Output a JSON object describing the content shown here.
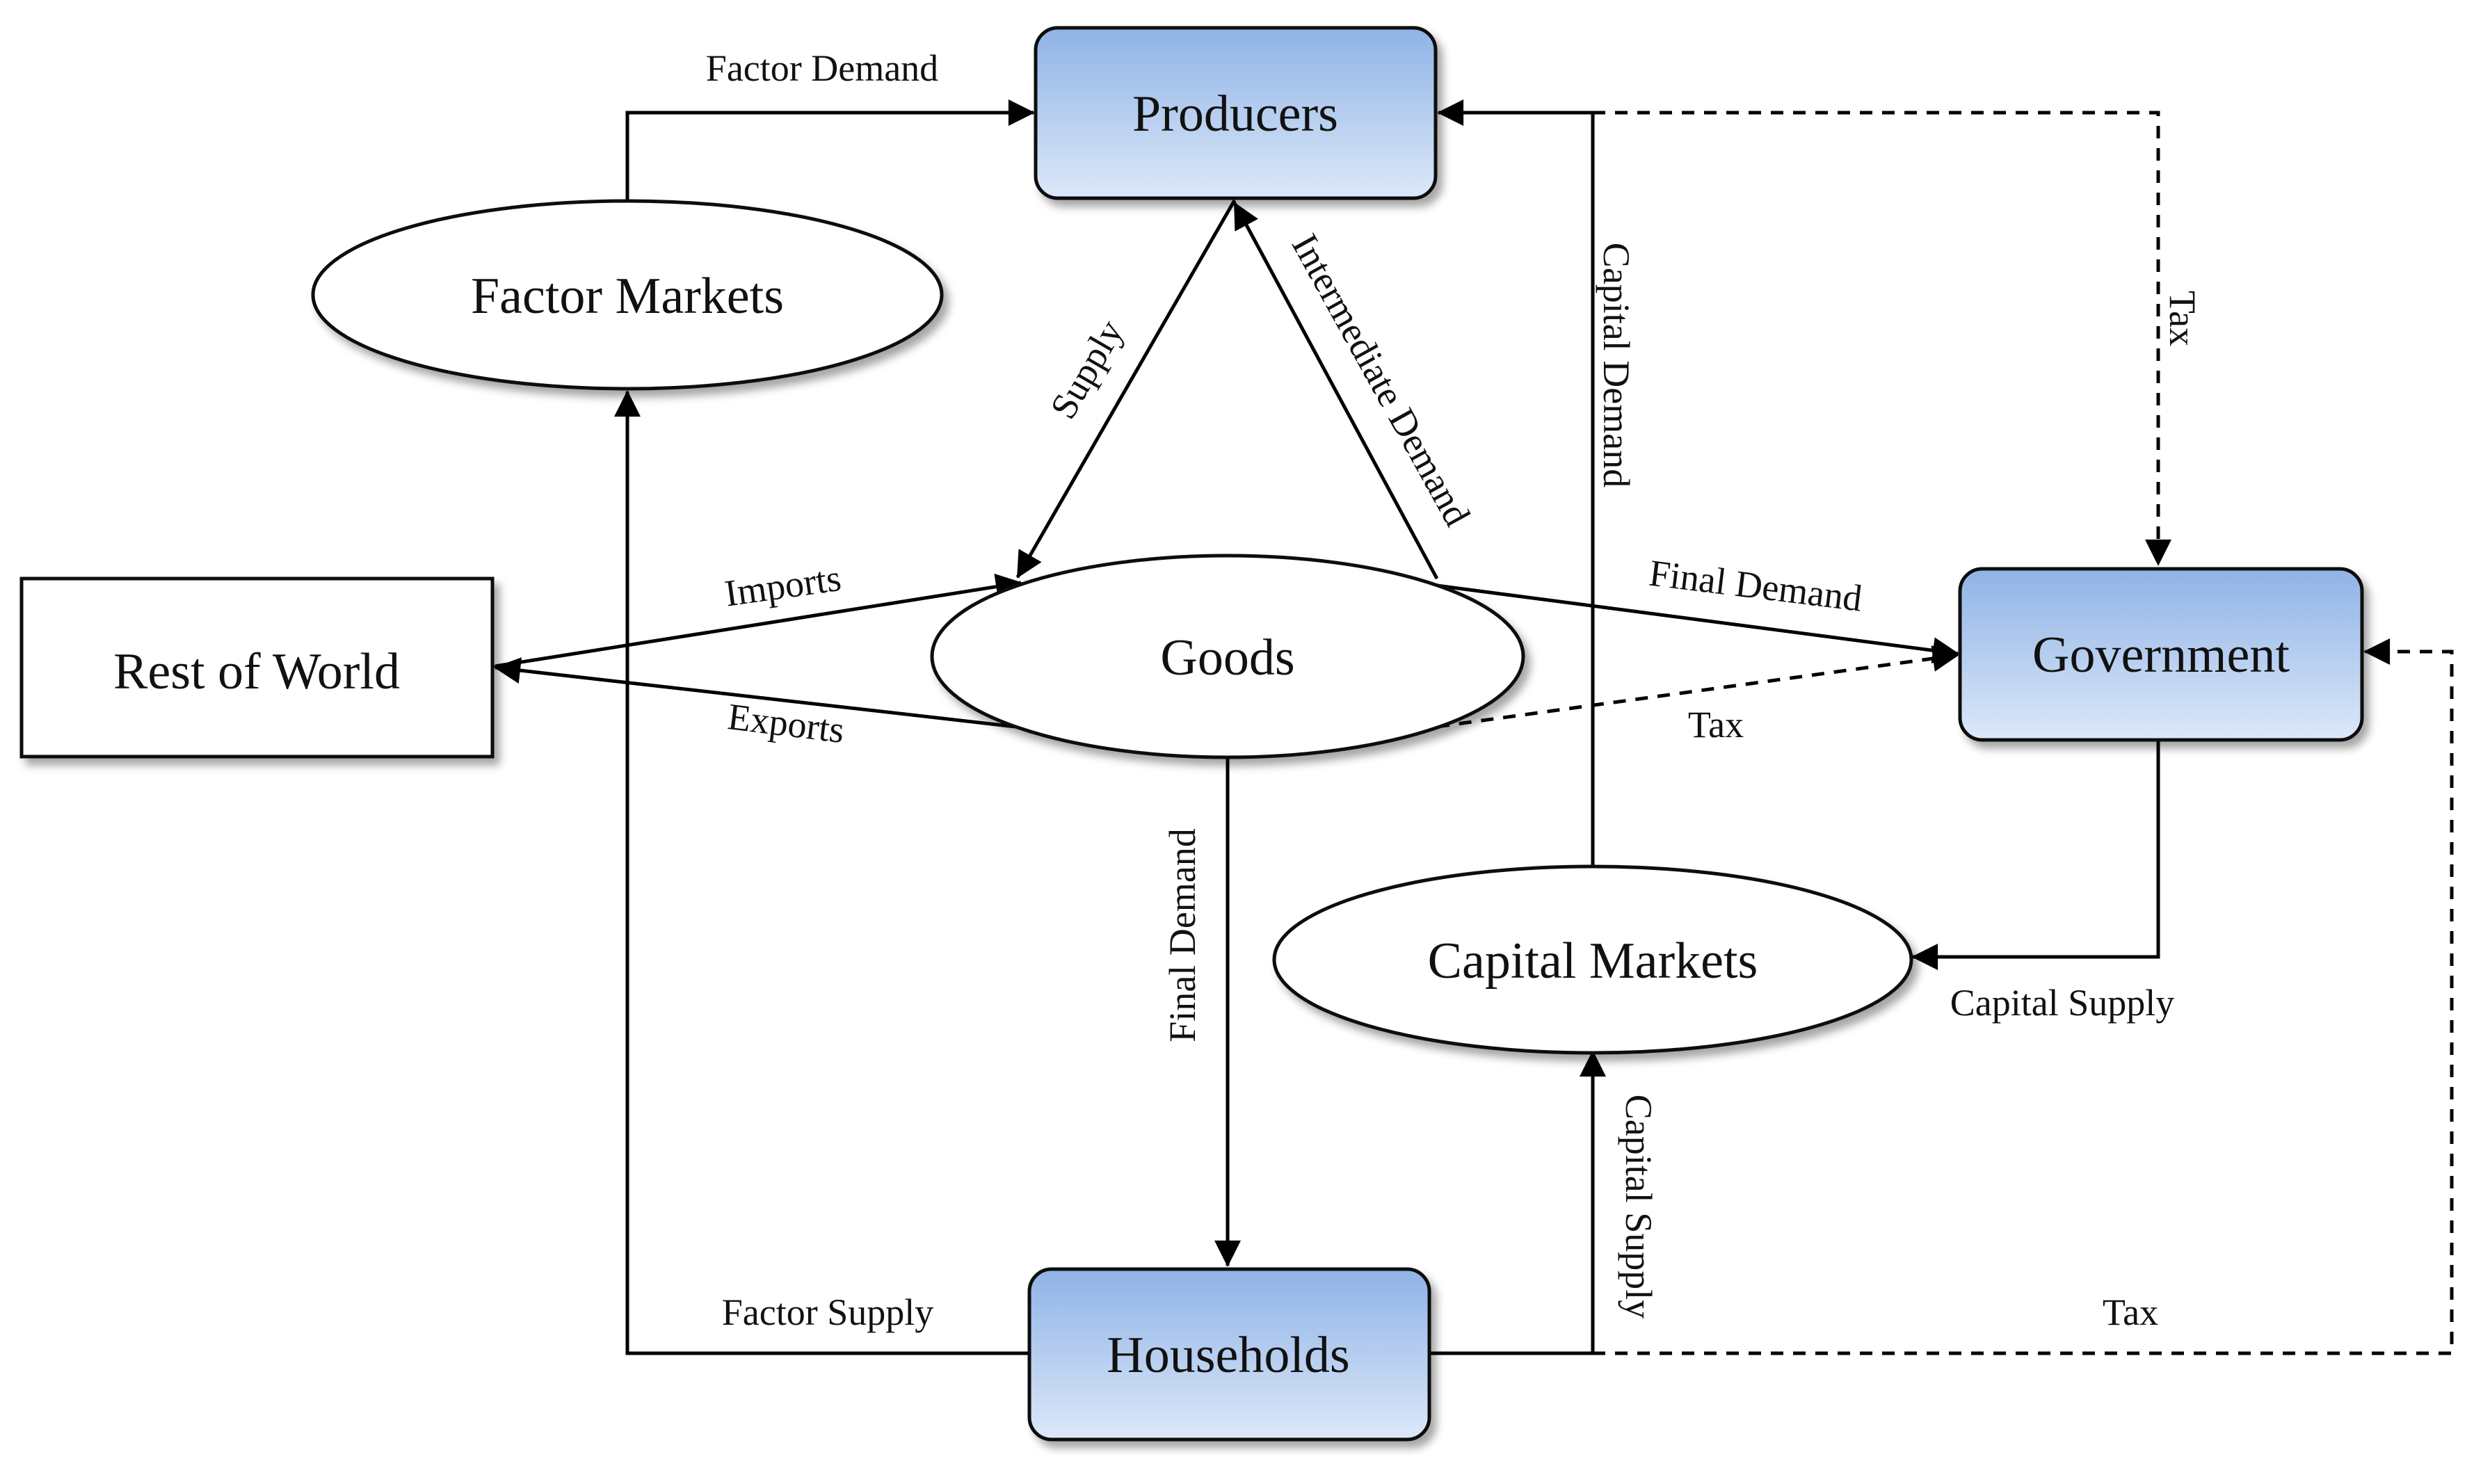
{
  "nodes": {
    "producers": "Producers",
    "factor_markets": "Factor Markets",
    "rest_of_world": "Rest of World",
    "goods": "Goods",
    "government": "Government",
    "capital_markets": "Capital Markets",
    "households": "Households"
  },
  "edges": {
    "factor_demand": "Factor Demand",
    "supply": "Supply",
    "intermediate_demand": "Intermediate Demand",
    "capital_demand": "Capital Demand",
    "tax_producers": "Tax",
    "imports": "Imports",
    "exports": "Exports",
    "final_demand_government": "Final Demand",
    "tax_goods": "Tax",
    "final_demand_households": "Final Demand",
    "capital_supply_government": "Capital Supply",
    "capital_supply_households": "Capital Supply",
    "factor_supply": "Factor Supply",
    "tax_households": "Tax"
  },
  "colors": {
    "box_fill_top": "#8fb3e6",
    "box_fill_bottom": "#dce8f8",
    "line": "#000000"
  }
}
